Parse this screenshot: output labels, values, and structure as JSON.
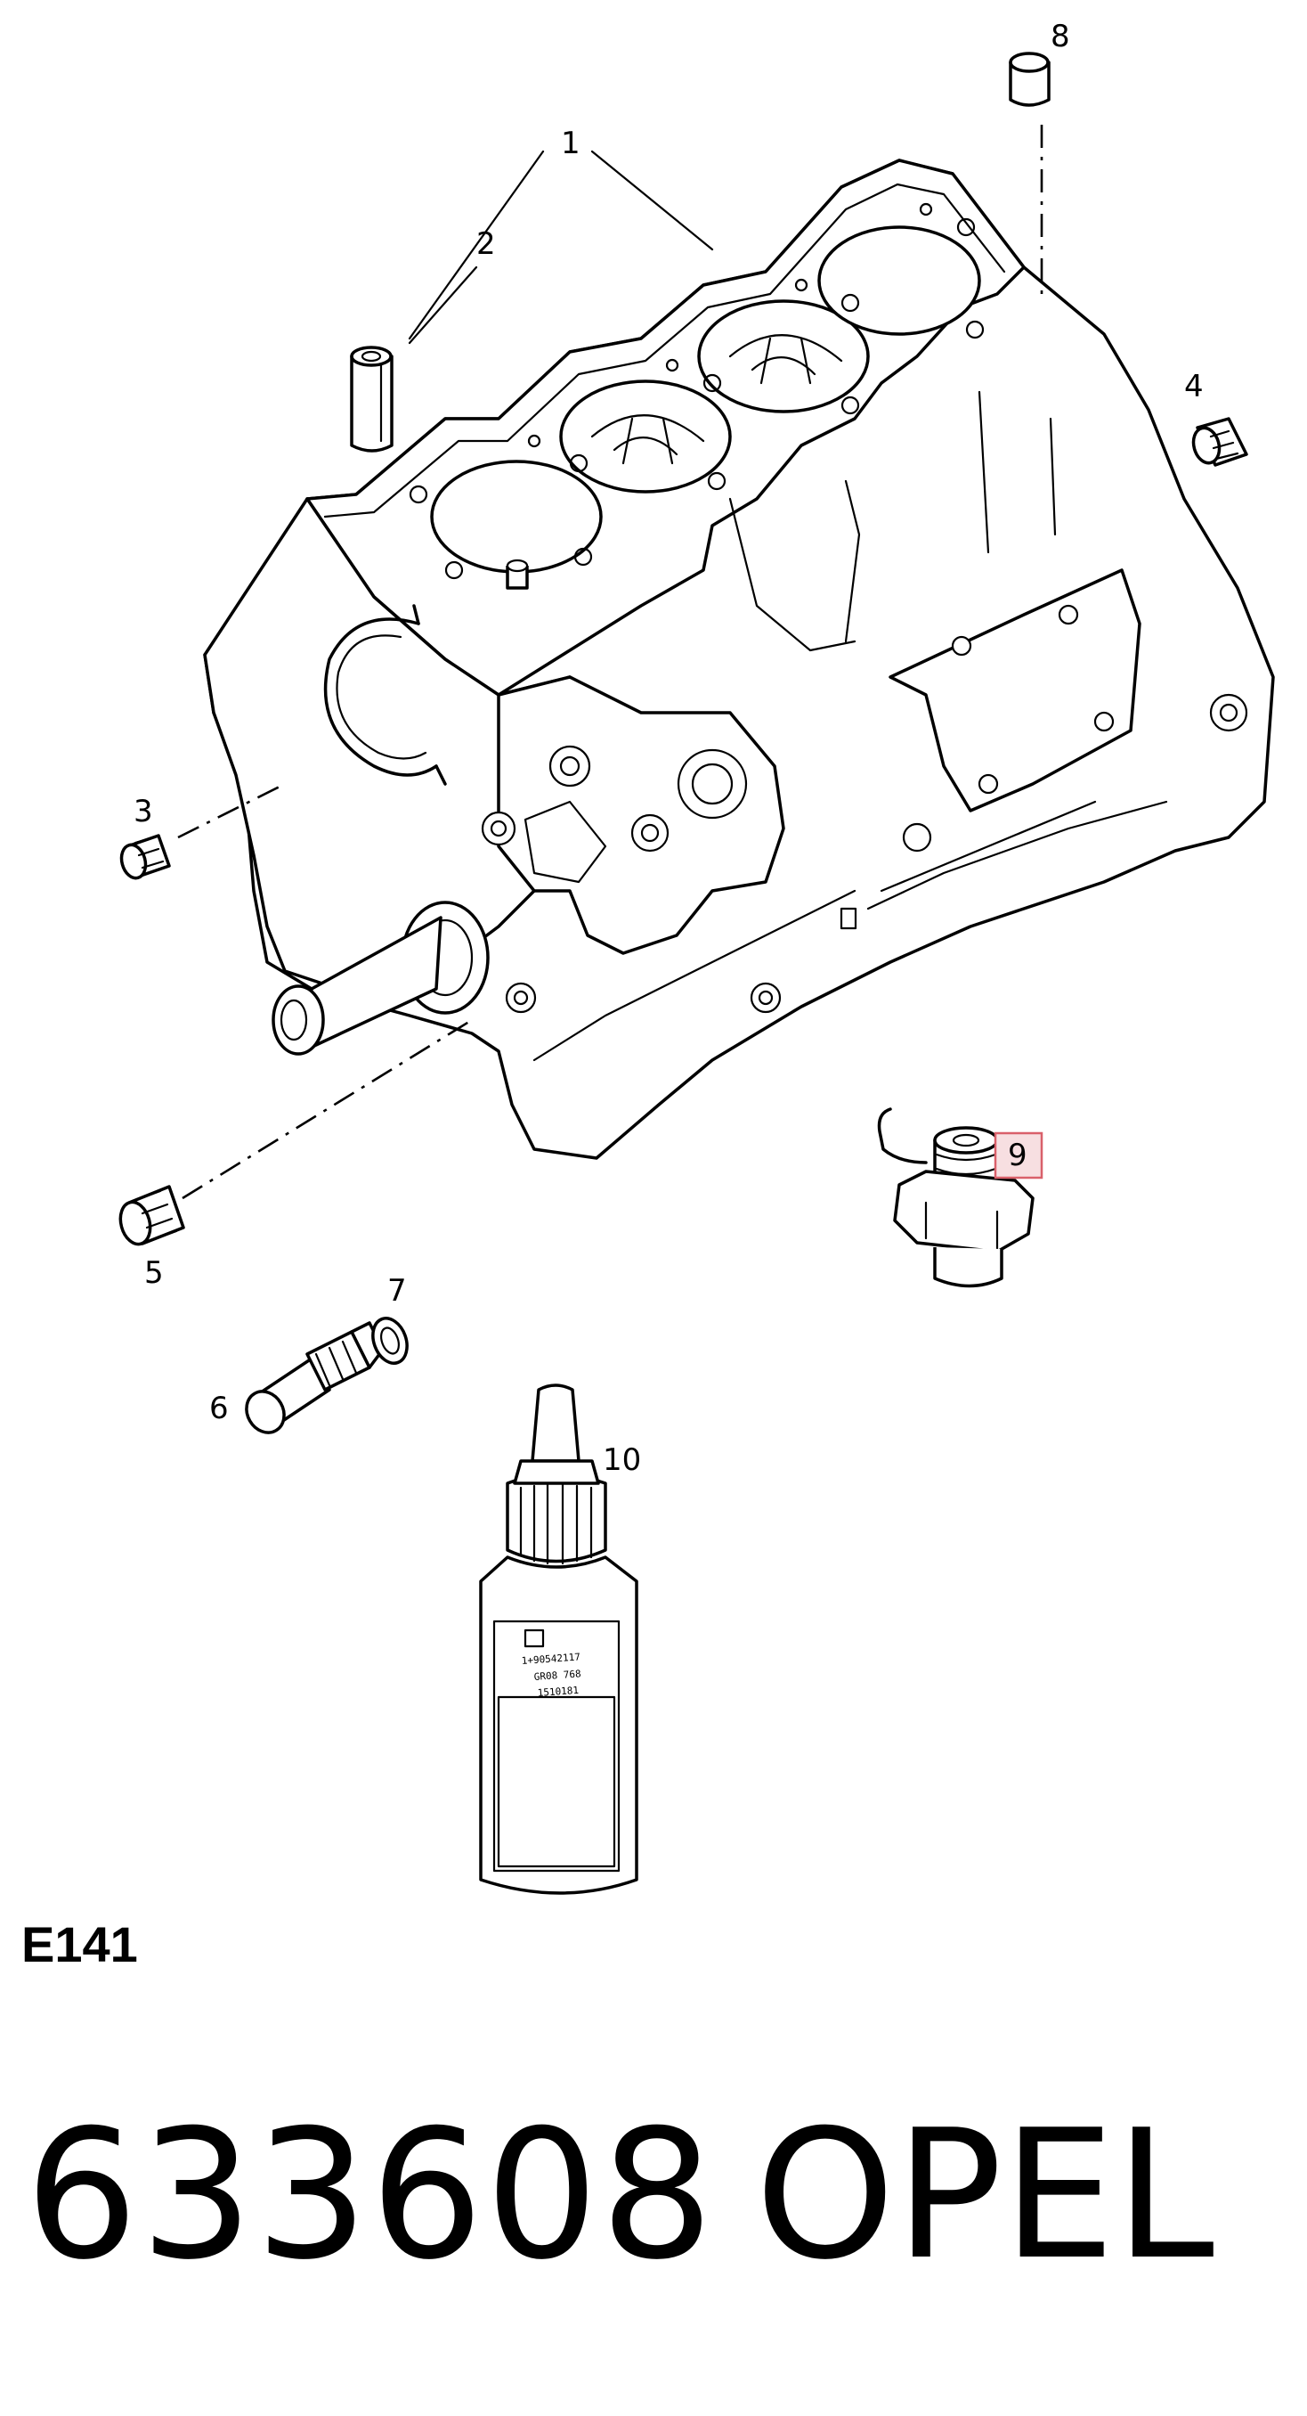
{
  "callouts": {
    "c1": "1",
    "c2": "2",
    "c3": "3",
    "c4": "4",
    "c5": "5",
    "c6": "6",
    "c7": "7",
    "c8": "8",
    "c9": "9",
    "c10": "10"
  },
  "highlight_color": "#d9606a",
  "highlight_fill": "#f7dfe1",
  "bottle_label": {
    "line1": "1+90542117",
    "line2": "GR08 768",
    "line3": "1510181"
  },
  "diagram_code": "E141",
  "part_number": "633608",
  "brand": "OPEL"
}
